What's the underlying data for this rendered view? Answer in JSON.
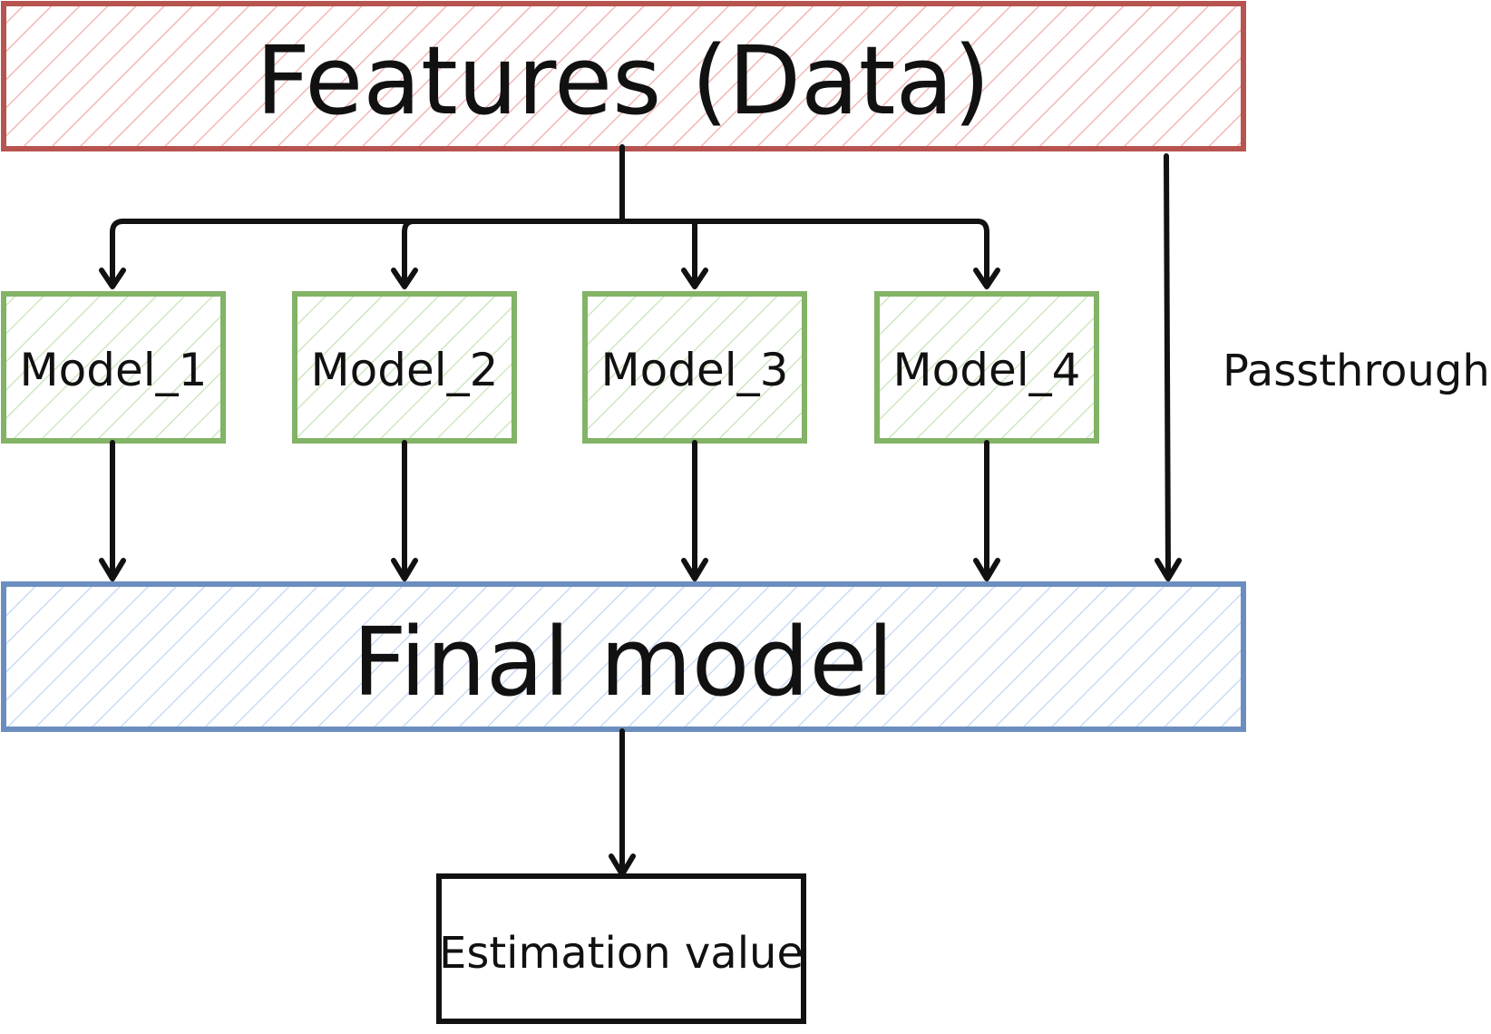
{
  "colors": {
    "features_stroke": "#b85450",
    "features_hatch": "#f2b8b5",
    "model_stroke": "#82b366",
    "model_hatch": "#cfe7c1",
    "final_stroke": "#6c8ebf",
    "final_hatch": "#c9dcf5",
    "output_stroke": "#111111",
    "edge": "#111111"
  },
  "features": {
    "label": "Features (Data)"
  },
  "models": [
    {
      "label": "Model_1"
    },
    {
      "label": "Model_2"
    },
    {
      "label": "Model_3"
    },
    {
      "label": "Model_4"
    }
  ],
  "passthrough": {
    "label": "Passthrough"
  },
  "final_model": {
    "label": "Final model"
  },
  "output": {
    "label": "Estimation value"
  }
}
